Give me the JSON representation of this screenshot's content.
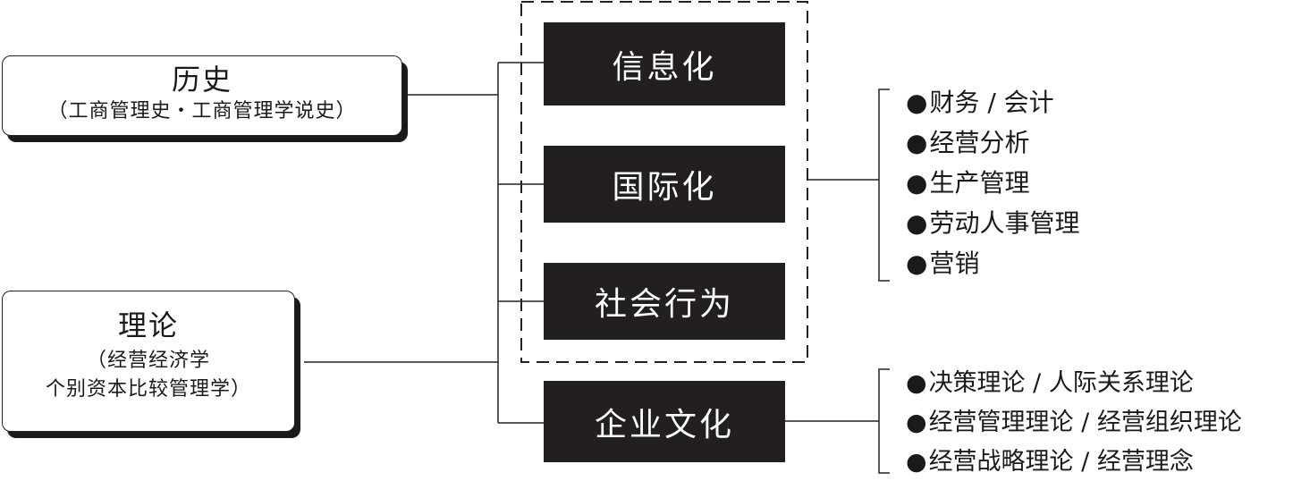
{
  "history": {
    "title": "历史",
    "subtitle": "（工商管理史・工商管理学说史）"
  },
  "theory": {
    "title": "理论",
    "subtitle_line1": "（经营经济学",
    "subtitle_line2": "个别资本比较管理学）"
  },
  "center": {
    "items": [
      "信息化",
      "国际化",
      "社会行为",
      "企业文化"
    ]
  },
  "functions_list": {
    "bullet": "●",
    "items": [
      "财务 / 会计",
      "经营分析",
      "生产管理",
      "劳动人事管理",
      "营销"
    ]
  },
  "theory_list": {
    "bullet": "●",
    "items": [
      "决策理论 / 人际关系理论",
      "经营管理理论 / 经营组织理论",
      "经营战略理论 / 经营理念"
    ]
  },
  "colors": {
    "dark_box": "#231f20",
    "line": "#222222"
  }
}
